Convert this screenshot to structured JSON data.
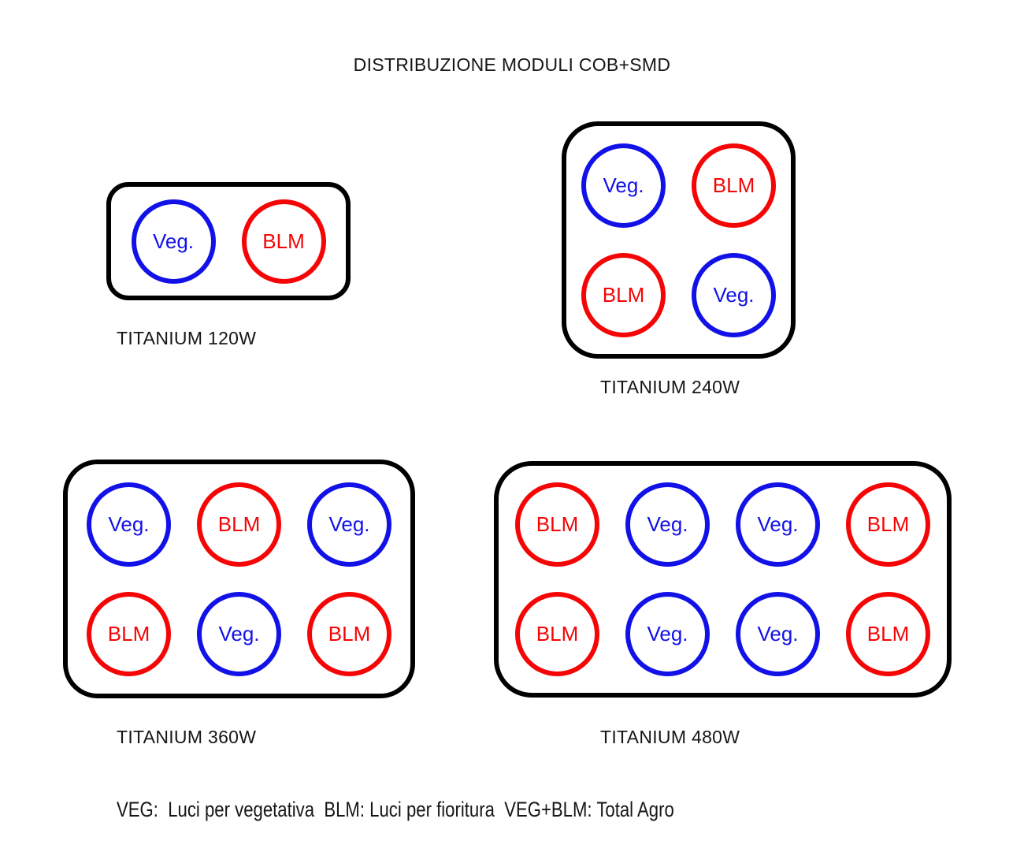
{
  "title": "DISTRIBUZIONE MODULI COB+SMD",
  "colors": {
    "veg": "#1212e8",
    "blm": "#f50505",
    "outline": "#000000"
  },
  "panels": [
    {
      "id": "titanium-120w",
      "label": "TITANIUM 120W",
      "rows": [
        [
          {
            "type": "veg",
            "label": "Veg."
          },
          {
            "type": "blm",
            "label": "BLM"
          }
        ]
      ]
    },
    {
      "id": "titanium-240w",
      "label": "TITANIUM 240W",
      "rows": [
        [
          {
            "type": "veg",
            "label": "Veg."
          },
          {
            "type": "blm",
            "label": "BLM"
          }
        ],
        [
          {
            "type": "blm",
            "label": "BLM"
          },
          {
            "type": "veg",
            "label": "Veg."
          }
        ]
      ]
    },
    {
      "id": "titanium-360w",
      "label": "TITANIUM 360W",
      "rows": [
        [
          {
            "type": "veg",
            "label": "Veg."
          },
          {
            "type": "blm",
            "label": "BLM"
          },
          {
            "type": "veg",
            "label": "Veg."
          }
        ],
        [
          {
            "type": "blm",
            "label": "BLM"
          },
          {
            "type": "veg",
            "label": "Veg."
          },
          {
            "type": "blm",
            "label": "BLM"
          }
        ]
      ]
    },
    {
      "id": "titanium-480w",
      "label": "TITANIUM 480W",
      "rows": [
        [
          {
            "type": "blm",
            "label": "BLM"
          },
          {
            "type": "veg",
            "label": "Veg."
          },
          {
            "type": "veg",
            "label": "Veg."
          },
          {
            "type": "blm",
            "label": "BLM"
          }
        ],
        [
          {
            "type": "blm",
            "label": "BLM"
          },
          {
            "type": "veg",
            "label": "Veg."
          },
          {
            "type": "veg",
            "label": "Veg."
          },
          {
            "type": "blm",
            "label": "BLM"
          }
        ]
      ]
    }
  ],
  "legend": "VEG:  Luci per vegetativa  BLM: Luci per fioritura  VEG+BLM: Total Agro"
}
